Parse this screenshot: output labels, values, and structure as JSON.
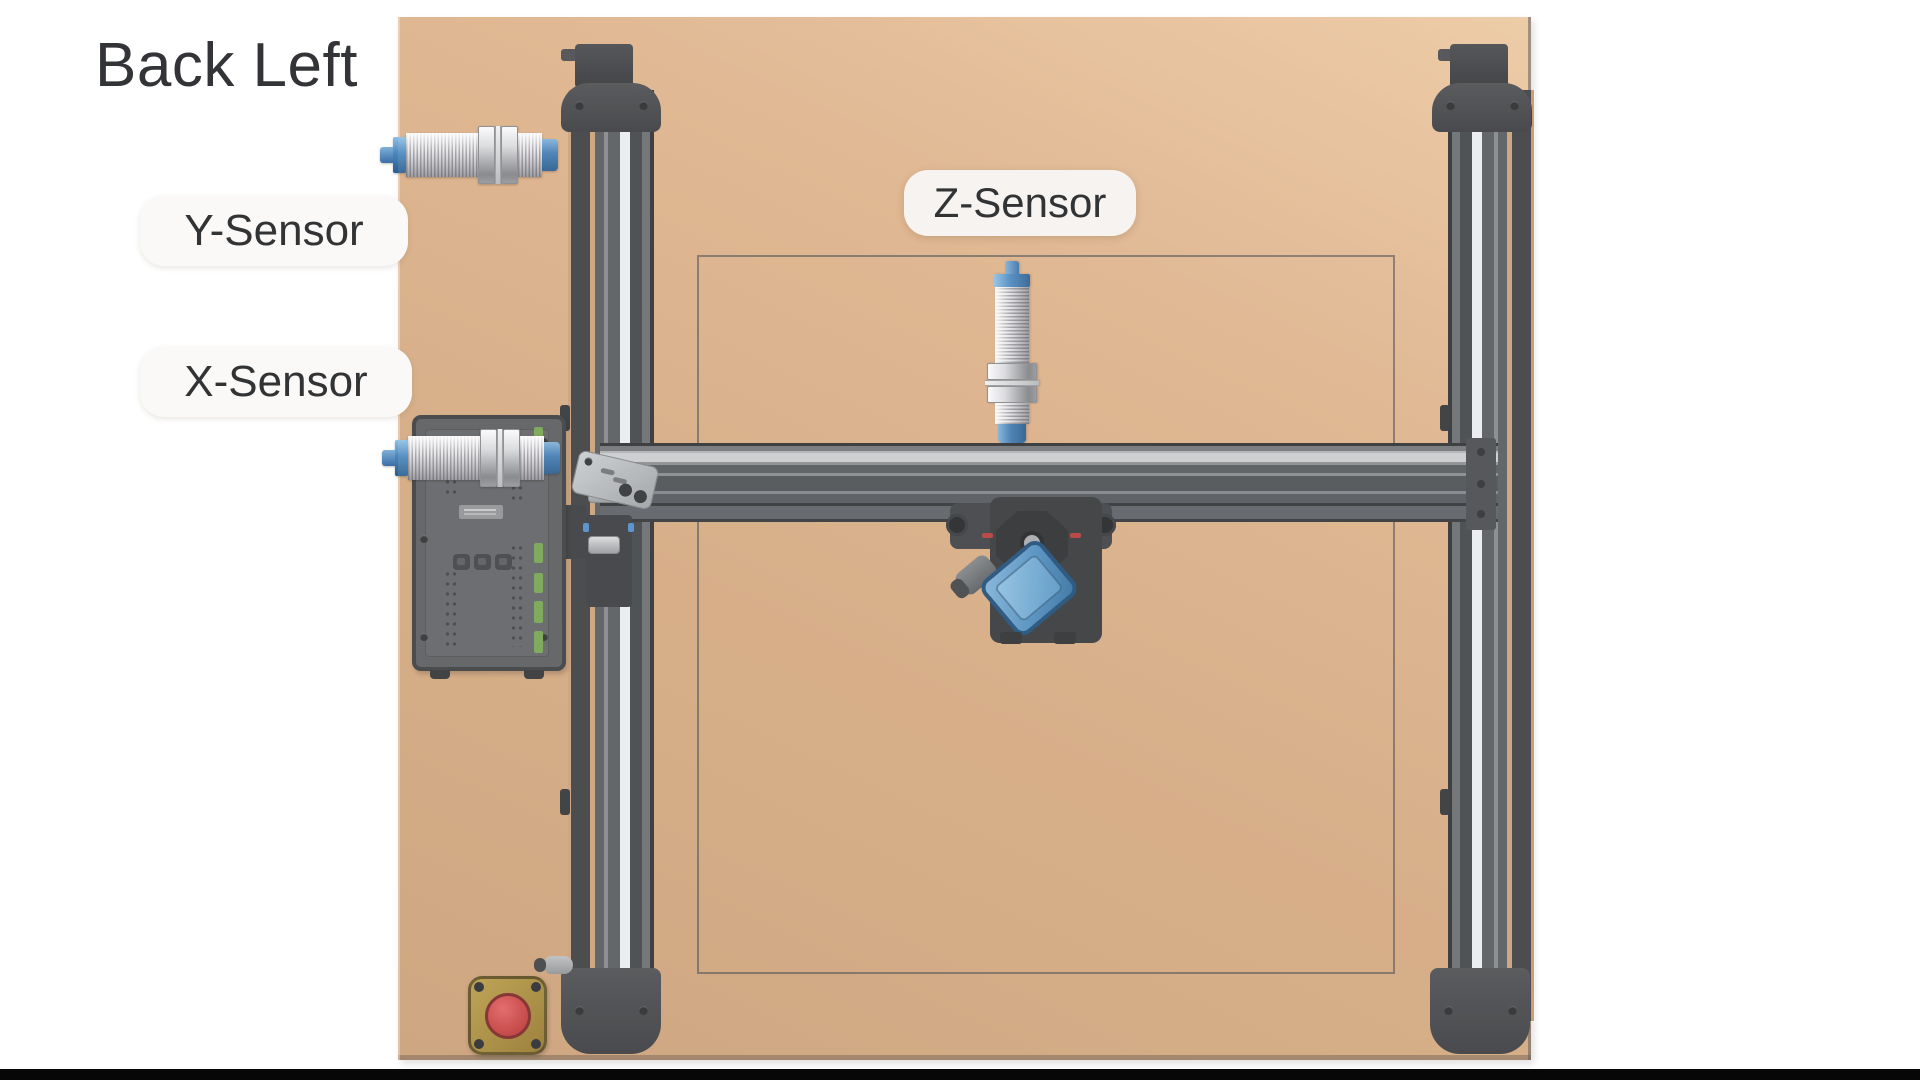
{
  "page": {
    "title": "Back Left"
  },
  "labels": {
    "y_sensor": "Y-Sensor",
    "x_sensor": "X-Sensor",
    "z_sensor": "Z-Sensor"
  },
  "colors": {
    "background": "#ffffff",
    "board_tan": "#d6ab81",
    "rail_gray": "#55585b",
    "beam_silver_stripe": "#c9cbcd",
    "sensor_blue": "#4a87bd",
    "estop_red": "#c53d3d",
    "estop_bezel_gold": "#a5873a",
    "label_text": "#323335",
    "label_pill": "#f7f3f0",
    "bottom_bar": "#070707"
  }
}
